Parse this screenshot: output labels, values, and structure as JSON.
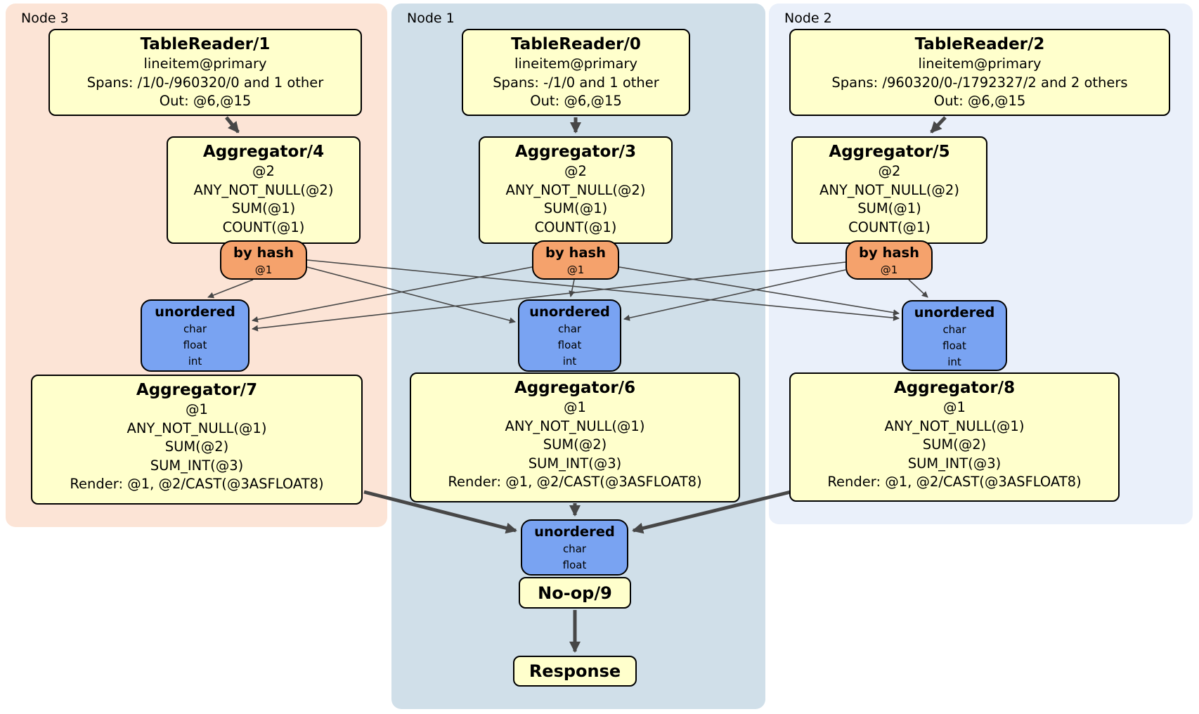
{
  "regions": {
    "node3": {
      "label": "Node 3"
    },
    "node1": {
      "label": "Node 1"
    },
    "node2": {
      "label": "Node 2"
    }
  },
  "boxes": {
    "tr1": {
      "title": "TableReader/1",
      "lines": [
        "lineitem@primary",
        "Spans: /1/0-/960320/0 and 1 other",
        "Out: @6,@15"
      ]
    },
    "tr0": {
      "title": "TableReader/0",
      "lines": [
        "lineitem@primary",
        "Spans: -/1/0 and 1 other",
        "Out: @6,@15"
      ]
    },
    "tr2": {
      "title": "TableReader/2",
      "lines": [
        "lineitem@primary",
        "Spans: /960320/0-/1792327/2 and 2 others",
        "Out: @6,@15"
      ]
    },
    "agg4": {
      "title": "Aggregator/4",
      "lines": [
        "@2",
        "ANY_NOT_NULL(@2)",
        "SUM(@1)",
        "COUNT(@1)"
      ]
    },
    "agg3": {
      "title": "Aggregator/3",
      "lines": [
        "@2",
        "ANY_NOT_NULL(@2)",
        "SUM(@1)",
        "COUNT(@1)"
      ]
    },
    "agg5": {
      "title": "Aggregator/5",
      "lines": [
        "@2",
        "ANY_NOT_NULL(@2)",
        "SUM(@1)",
        "COUNT(@1)"
      ]
    },
    "byhash3": {
      "title": "by hash",
      "lines": [
        "@1"
      ]
    },
    "byhash1": {
      "title": "by hash",
      "lines": [
        "@1"
      ]
    },
    "byhash2": {
      "title": "by hash",
      "lines": [
        "@1"
      ]
    },
    "un3": {
      "title": "unordered",
      "lines": [
        "char",
        "float",
        "int"
      ]
    },
    "un1": {
      "title": "unordered",
      "lines": [
        "char",
        "float",
        "int"
      ]
    },
    "un2": {
      "title": "unordered",
      "lines": [
        "char",
        "float",
        "int"
      ]
    },
    "agg7": {
      "title": "Aggregator/7",
      "lines": [
        "@1",
        "ANY_NOT_NULL(@1)",
        "SUM(@2)",
        "SUM_INT(@3)",
        "Render: @1, @2/CAST(@3ASFLOAT8)"
      ]
    },
    "agg6": {
      "title": "Aggregator/6",
      "lines": [
        "@1",
        "ANY_NOT_NULL(@1)",
        "SUM(@2)",
        "SUM_INT(@3)",
        "Render: @1, @2/CAST(@3ASFLOAT8)"
      ]
    },
    "agg8": {
      "title": "Aggregator/8",
      "lines": [
        "@1",
        "ANY_NOT_NULL(@1)",
        "SUM(@2)",
        "SUM_INT(@3)",
        "Render: @1, @2/CAST(@3ASFLOAT8)"
      ]
    },
    "unb": {
      "title": "unordered",
      "lines": [
        "char",
        "float"
      ]
    },
    "noop": {
      "title": "No-op/9"
    },
    "resp": {
      "title": "Response"
    }
  },
  "colors": {
    "node3_bg": "#fce4d6",
    "node1_bg": "#d0dfe9",
    "node2_bg": "#eaf0fa",
    "box_yellow": "#ffffcc",
    "router_orange": "#f5a26c",
    "sync_blue": "#79a3f2",
    "border_black": "#000000",
    "edge_gray": "#474747"
  }
}
